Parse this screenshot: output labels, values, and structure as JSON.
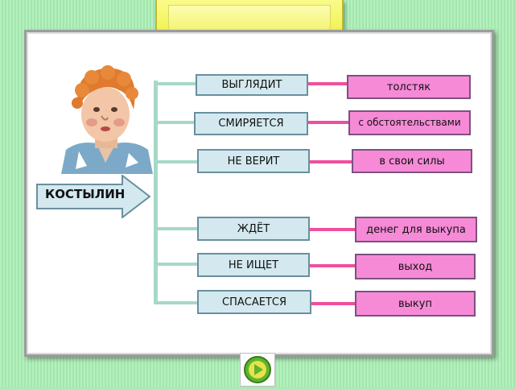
{
  "hero": {
    "name": "КОСТЫЛИН"
  },
  "rows": [
    {
      "verb": "ВЫГЛЯДИТ",
      "object": "толстяк"
    },
    {
      "verb": "СМИРЯЕТСЯ",
      "object": "с обстоятельствами"
    },
    {
      "verb": "НЕ ВЕРИТ",
      "object": "в свои силы"
    },
    {
      "verb": "ЖДЁТ",
      "object": "денег для выкупа"
    },
    {
      "verb": "НЕ ИЩЕТ",
      "object": "выход"
    },
    {
      "verb": "СПАСАЕТСЯ",
      "object": "выкуп"
    }
  ],
  "colors": {
    "verb_box": "#d3e9ef",
    "object_box": "#f68ad7",
    "connector": "#ef4f9c",
    "bracket": "#a6d8c8"
  },
  "icons": {
    "nav": "play-arrow-icon"
  }
}
